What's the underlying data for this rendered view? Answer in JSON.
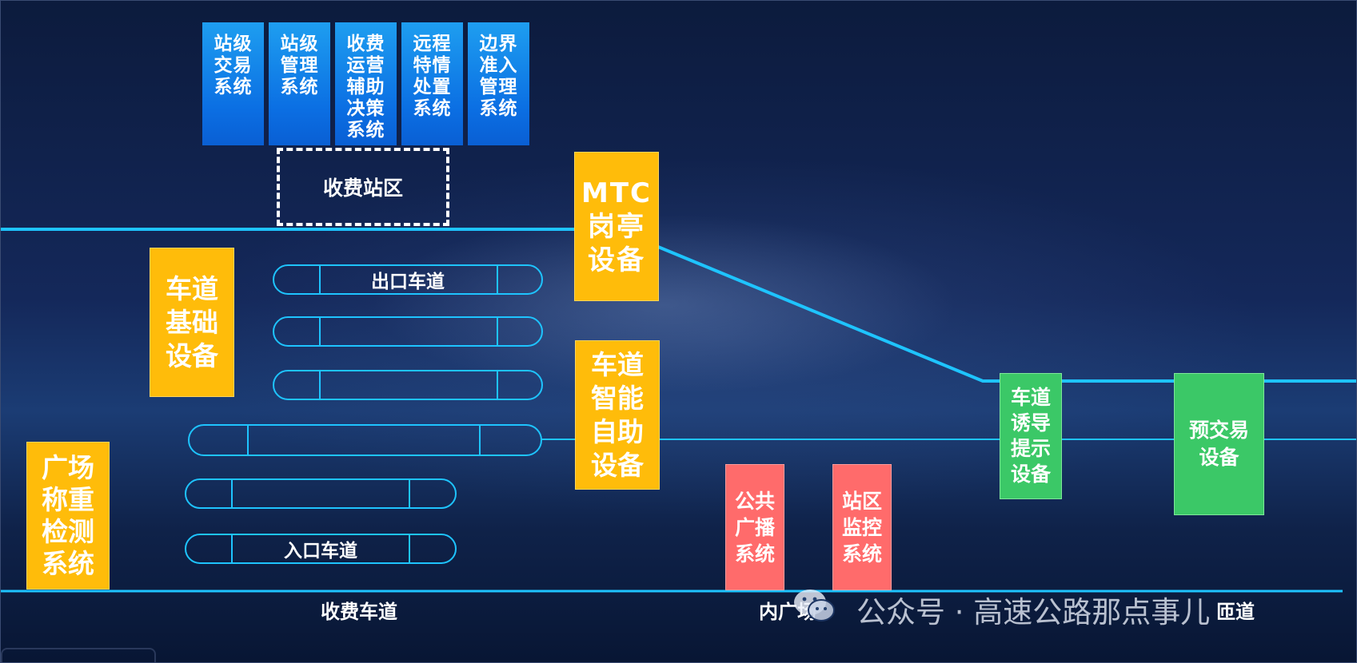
{
  "top_systems": [
    {
      "label": "站级交易系统"
    },
    {
      "label": "站级管理系统"
    },
    {
      "label": "收费运营辅助决策系统"
    },
    {
      "label": "远程特情处置系统"
    },
    {
      "label": "边界准入管理系统"
    }
  ],
  "zone_label": "收费站区",
  "mtc": "MTC岗亭设备",
  "lane_base": "车道基础设备",
  "lane_smart": "车道智能自助设备",
  "plaza_weighing": "广场称重检测系统",
  "exit_lane": "出口车道",
  "entry_lane": "入口车道",
  "public_broadcast": "公共广播系统",
  "station_monitor": "站区监控系统",
  "lane_guidance": "车道诱导提示设备",
  "pre_transaction": "预交易设备",
  "bottom_labels": {
    "toll_lane": "收费车道",
    "inner_plaza": "内广场",
    "ramp": "匝道"
  },
  "watermark": "公众号 · 高速公路那点事儿",
  "colors": {
    "line": "#1ec4ff",
    "blue": "#0b6fe3",
    "yellow": "#ffbc0a",
    "green": "#3bc867",
    "red": "#ff6b6b"
  }
}
